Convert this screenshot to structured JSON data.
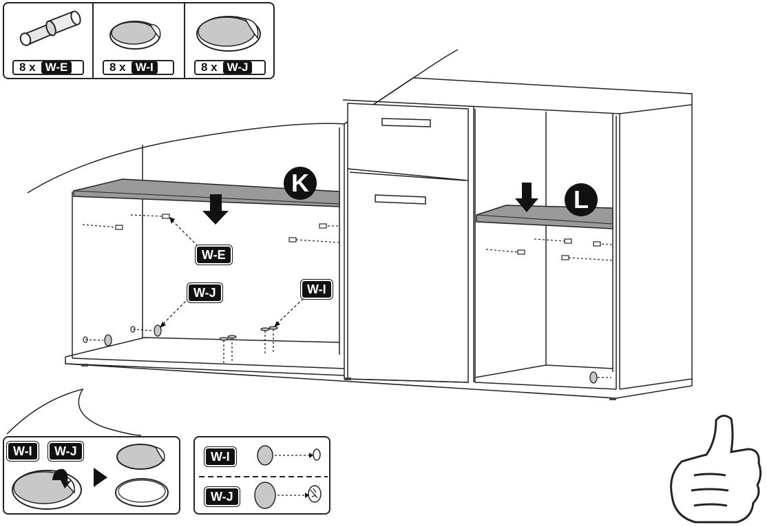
{
  "parts": [
    {
      "qty": "8 x",
      "code": "W-E",
      "icon": "dowel-pin-icon"
    },
    {
      "qty": "8 x",
      "code": "W-I",
      "icon": "small-felt-pad-icon"
    },
    {
      "qty": "8 x",
      "code": "W-J",
      "icon": "large-felt-pad-icon"
    }
  ],
  "assembly": {
    "shelf_k_label": "K",
    "shelf_l_label": "L",
    "callout_we": "W-E",
    "callout_wj": "W-J",
    "callout_wi": "W-I"
  },
  "peel_panel": {
    "tag_wi": "W-I",
    "tag_wj": "W-J"
  },
  "placement_panel": {
    "row1_code": "W-I",
    "row2_code": "W-J"
  },
  "colors": {
    "line": "#222222",
    "shelf_fill": "#9a9a9a",
    "pad_fill": "#c8c8c8",
    "tag_fill": "#111111"
  }
}
